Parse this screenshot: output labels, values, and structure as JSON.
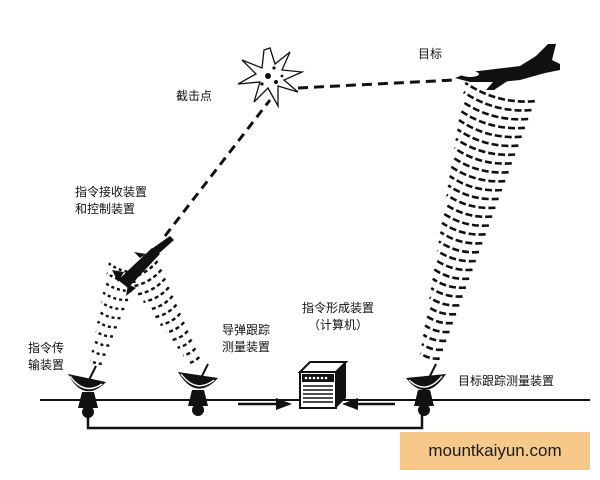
{
  "labels": {
    "target": "目标",
    "intercept_point": "截击点",
    "command_receiver_line1": "指令接收装置",
    "command_receiver_line2": "和控制装置",
    "command_transmit_line1": "指令传",
    "command_transmit_line2": "输装置",
    "missile_tracking_line1": "导弹跟踪",
    "missile_tracking_line2": "测量装置",
    "command_forming_line1": "指令形成装置",
    "command_forming_line2": "（计算机）",
    "target_tracking": "目标跟踪测量装置"
  },
  "watermark": "mountkaiyun.com"
}
